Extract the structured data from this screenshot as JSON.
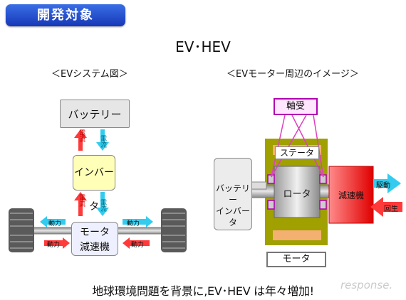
{
  "header": {
    "label": "開発対象"
  },
  "title": "EV･HEV",
  "left_diagram": {
    "subtitle": "＜EVシステム図＞",
    "battery": "バッテリー",
    "inverter": "インバータ",
    "motor": "モータ",
    "reducer": "減速機",
    "current": "電流",
    "power": "動力"
  },
  "right_diagram": {
    "subtitle": "＜EVモーター周辺のイメージ＞",
    "bearing": "軸受",
    "stator": "ステータ",
    "rotor": "ロータ",
    "battery_inverter_1": "バッテリー",
    "battery_inverter_2": "インバータ",
    "reducer": "減速機",
    "drive": "駆動",
    "regen": "回生",
    "motor": "モータ"
  },
  "caption": "地球環境問題を背景に,EV･HEV は年々増加!",
  "watermark": "response."
}
